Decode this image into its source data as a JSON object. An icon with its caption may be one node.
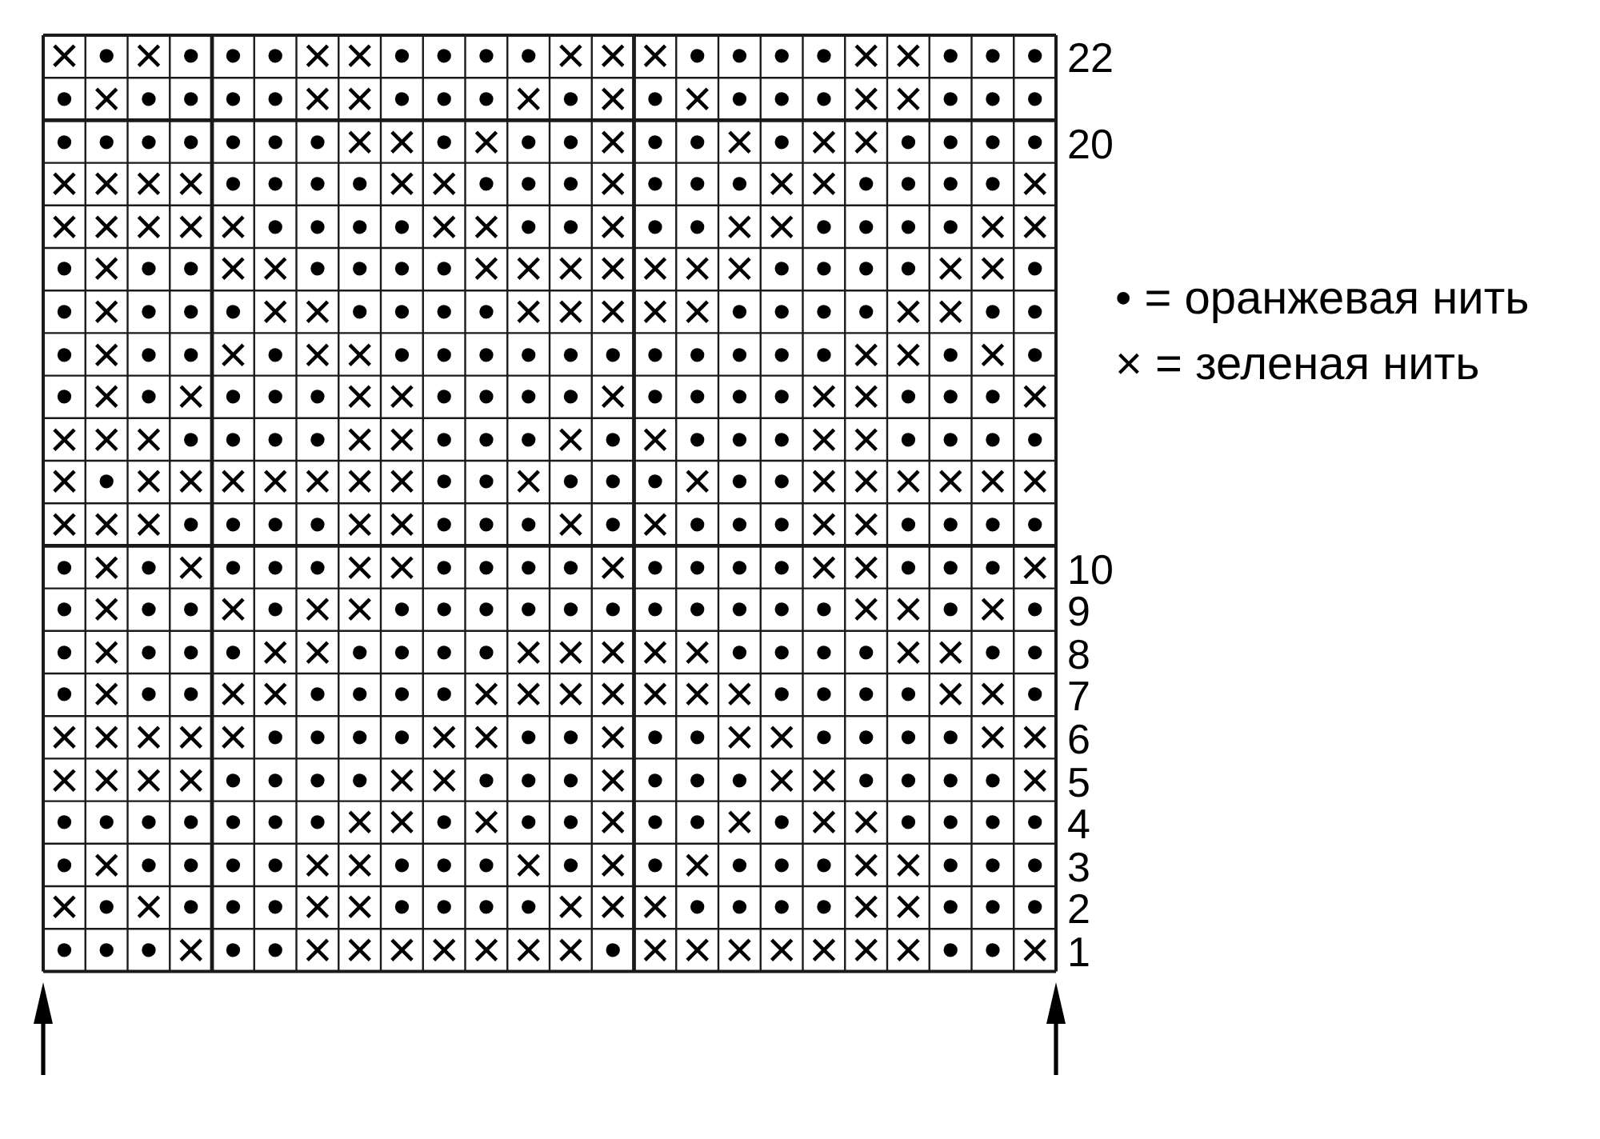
{
  "diagram": {
    "labels": [
      "×",
      "•",
      "×",
      "•",
      "•",
      "•",
      "×",
      "×",
      "•",
      "•",
      "•",
      "•",
      "×",
      "×",
      "×",
      "•",
      "•",
      "•",
      "•",
      "×",
      "×",
      "•",
      "•",
      "•",
      "22",
      "•",
      "×",
      "•",
      "•",
      "•",
      "•",
      "×",
      "×",
      "•",
      "•",
      "•",
      "×",
      "•",
      "×",
      "•",
      "×",
      "•",
      "•",
      "•",
      "×",
      "×",
      "•",
      "•",
      "•",
      "•",
      "•",
      "•",
      "•",
      "•",
      "•",
      "•",
      "×",
      "×",
      "•",
      "×",
      "•",
      "•",
      "×",
      "•",
      "•",
      "×",
      "•",
      "×",
      "×",
      "•",
      "•",
      "•",
      "•",
      "20",
      "×",
      "×",
      "×",
      "×",
      "•",
      "•",
      "•",
      "•",
      "×",
      "×",
      "•",
      "•",
      "•",
      "×",
      "•",
      "•",
      "•",
      "×",
      "×",
      "•",
      "•",
      "•",
      "•",
      "×",
      "×",
      "×",
      "×",
      "×",
      "×",
      "•",
      "•",
      "•",
      "•",
      "×",
      "×",
      "•",
      "•",
      "×",
      "•",
      "•",
      "×",
      "×",
      "•",
      "•",
      "•",
      "•",
      "×",
      "×",
      "•",
      "×",
      "•",
      "•",
      "×",
      "×",
      "•",
      "•",
      "•",
      "•",
      "×",
      "×",
      "×",
      "×",
      "×",
      "×",
      "×",
      "•",
      "•",
      "•",
      "•",
      "×",
      "×",
      "•",
      "•",
      "×",
      "•",
      "•",
      "•",
      "×",
      "×",
      "•",
      "•",
      "•",
      "•",
      "×",
      "×",
      "×",
      "×",
      "×",
      "•",
      "•",
      "•",
      "•",
      "×",
      "×",
      "•",
      "•",
      "•",
      "×",
      "•",
      "•",
      "×",
      "•",
      "×",
      "×",
      "•",
      "•",
      "•",
      "•",
      "•",
      "•",
      "•",
      "•",
      "•",
      "•",
      "•",
      "×",
      "×",
      "•",
      "×",
      "•",
      "•",
      "×",
      "•",
      "×",
      "•",
      "•",
      "•",
      "×",
      "×",
      "•",
      "•",
      "•",
      "•",
      "×",
      "•",
      "•",
      "•",
      "•",
      "×",
      "×",
      "•",
      "•",
      "•",
      "×",
      "×",
      "×",
      "×",
      "•",
      "•",
      "•",
      "•",
      "×",
      "×",
      "•",
      "•",
      "•",
      "×",
      "•",
      "×",
      "•",
      "•",
      "•",
      "×",
      "×",
      "•",
      "•",
      "•",
      "•",
      "×",
      "•",
      "×",
      "×",
      "×",
      "×",
      "×",
      "×",
      "×",
      "•",
      "•",
      "×",
      "•",
      "•",
      "•",
      "×",
      "•",
      "•",
      "×",
      "×",
      "×",
      "×",
      "×",
      "×",
      "×",
      "×",
      "×",
      "•",
      "•",
      "•",
      "•",
      "×",
      "×",
      "•",
      "•",
      "•",
      "×",
      "•",
      "×",
      "•",
      "•",
      "•",
      "×",
      "×",
      "•",
      "•",
      "•",
      "•",
      "•",
      "×",
      "•",
      "×",
      "•",
      "•",
      "•",
      "×",
      "×",
      "•",
      "•",
      "•",
      "•",
      "×",
      "•",
      "•",
      "•",
      "•",
      "×",
      "×",
      "•",
      "•",
      "•",
      "×",
      "10",
      "•",
      "×",
      "•",
      "•",
      "×",
      "•",
      "×",
      "×",
      "•",
      "•",
      "•",
      "•",
      "•",
      "•",
      "•",
      "•",
      "•",
      "•",
      "•",
      "×",
      "×",
      "•",
      "×",
      "•",
      "9",
      "•",
      "×",
      "•",
      "•",
      "•",
      "×",
      "×",
      "•",
      "•",
      "•",
      "•",
      "×",
      "×",
      "×",
      "×",
      "×",
      "•",
      "•",
      "•",
      "•",
      "×",
      "×",
      "•",
      "•",
      "8",
      "•",
      "×",
      "•",
      "•",
      "×",
      "×",
      "•",
      "•",
      "•",
      "•",
      "×",
      "×",
      "×",
      "×",
      "×",
      "×",
      "×",
      "•",
      "•",
      "•",
      "•",
      "×",
      "×",
      "•",
      "7",
      "×",
      "×",
      "×",
      "×",
      "×",
      "•",
      "•",
      "•",
      "•",
      "×",
      "×",
      "•",
      "•",
      "×",
      "•",
      "•",
      "×",
      "×",
      "•",
      "•",
      "•",
      "•",
      "×",
      "×",
      "6",
      "×",
      "×",
      "×",
      "×",
      "•",
      "•",
      "•",
      "•",
      "×",
      "×",
      "•",
      "•",
      "•",
      "×",
      "•",
      "•",
      "•",
      "×",
      "×",
      "•",
      "•",
      "•",
      "•",
      "×",
      "5",
      "•",
      "•",
      "•",
      "•",
      "•",
      "•",
      "•",
      "×",
      "×",
      "•",
      "×",
      "•",
      "•",
      "×",
      "•",
      "•",
      "×",
      "•",
      "×",
      "×",
      "•",
      "•",
      "•",
      "•",
      "4",
      "•",
      "×",
      "•",
      "•",
      "•",
      "•",
      "×",
      "×",
      "•",
      "•",
      "•",
      "×",
      "•",
      "×",
      "•",
      "×",
      "•",
      "•",
      "•",
      "×",
      "×",
      "•",
      "•",
      "•",
      "3",
      "×",
      "•",
      "×",
      "•",
      "•",
      "•",
      "×",
      "×",
      "•",
      "•",
      "•",
      "•",
      "×",
      "×",
      "×",
      "•",
      "•",
      "•",
      "•",
      "×",
      "×",
      "•",
      "•",
      "•",
      "2",
      "•",
      "•",
      "•",
      "×",
      "•",
      "•",
      "×",
      "×",
      "×",
      "×",
      "×",
      "×",
      "×",
      "•",
      "×",
      "×",
      "×",
      "×",
      "×",
      "×",
      "×",
      "•",
      "•",
      "×",
      "1"
    ],
    "legend": [
      {
        "text": "• = оранжевая нить"
      },
      {
        "text": "× = зеленая нить"
      }
    ]
  }
}
